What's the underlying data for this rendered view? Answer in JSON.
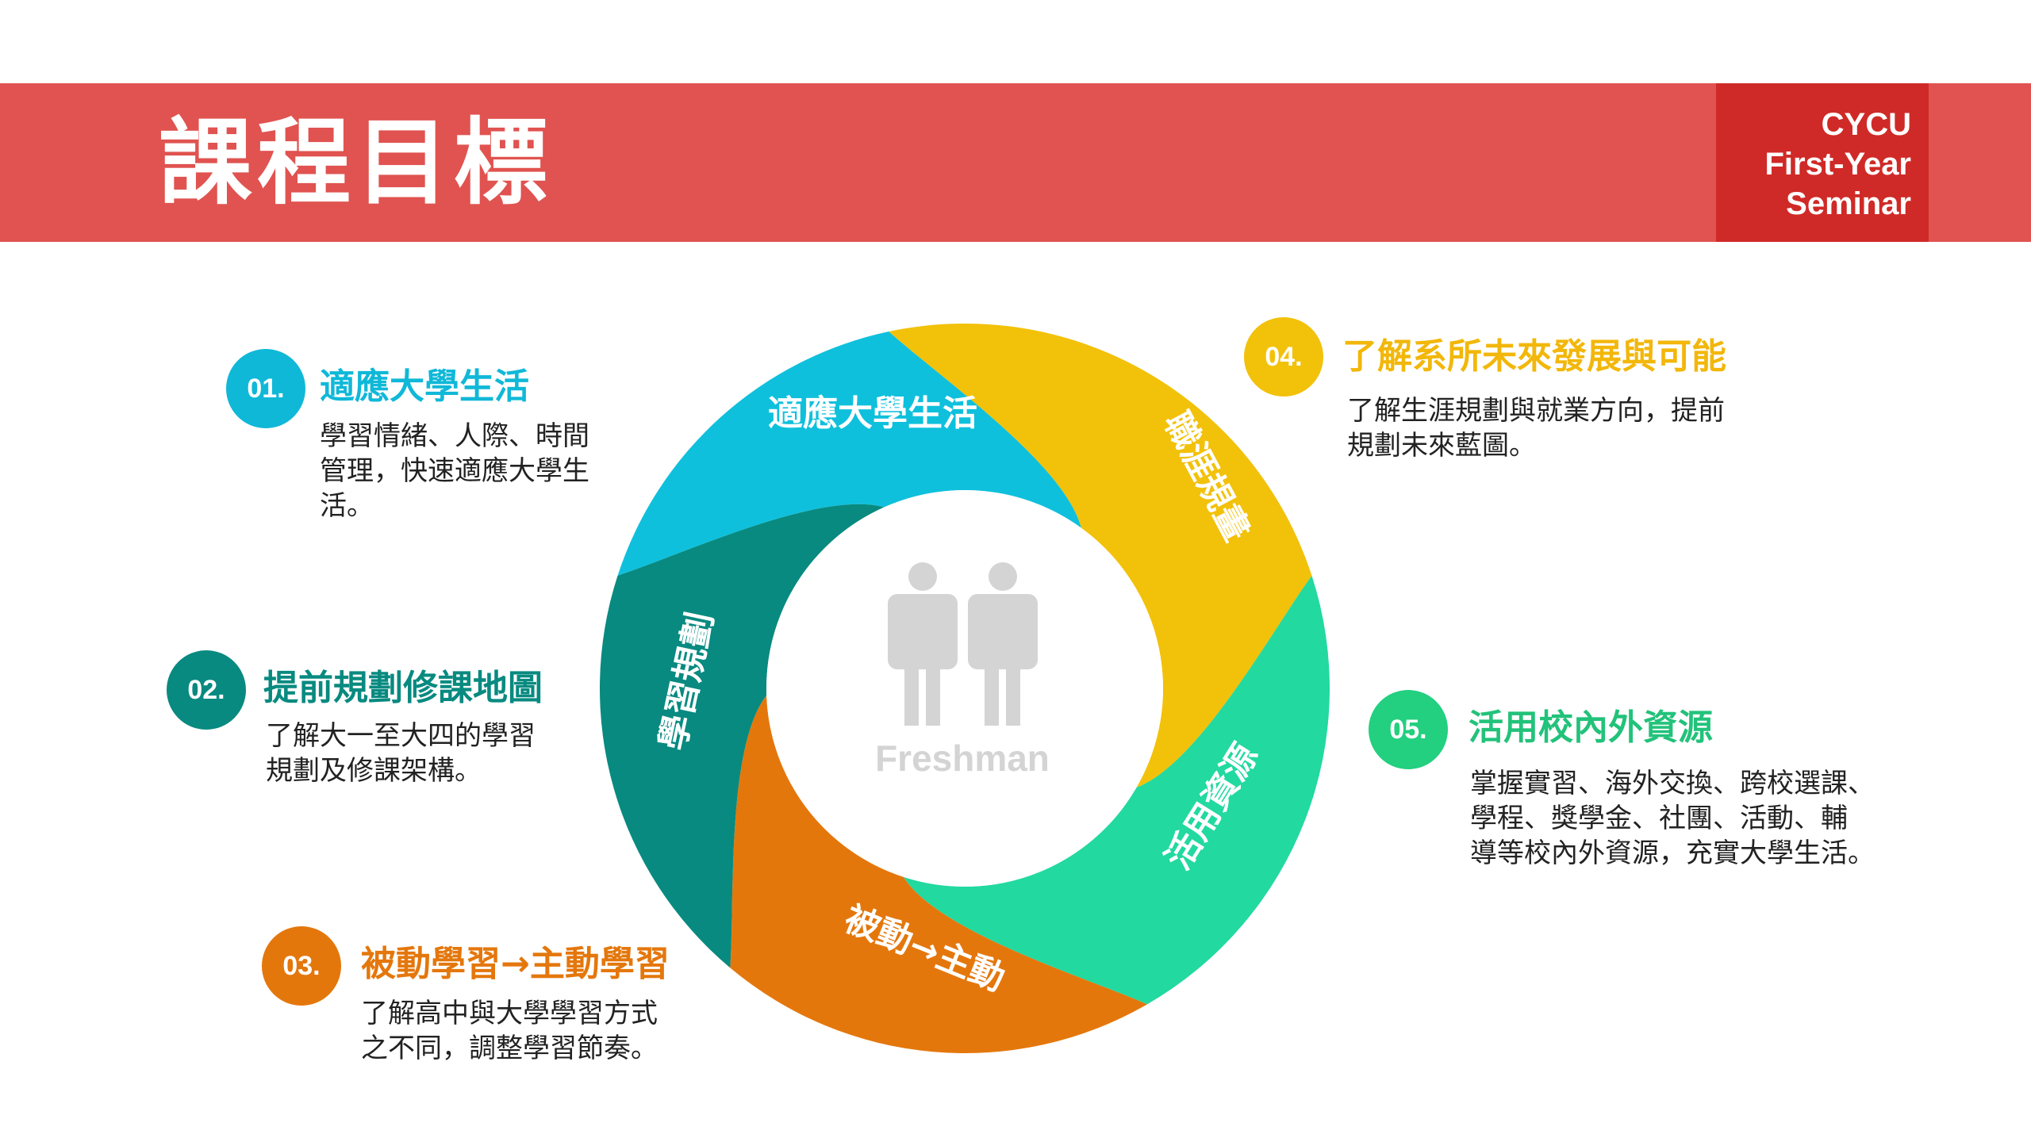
{
  "header": {
    "title": "課程目標",
    "brand_lines": [
      "CYCU",
      "First-Year",
      "Seminar"
    ]
  },
  "center": {
    "label": "Freshman",
    "icon": "two-people-icon"
  },
  "segments": [
    {
      "label": "適應大學生活",
      "color": "#0fc0dc"
    },
    {
      "label": "職涯規畫",
      "color": "#f2c10a"
    },
    {
      "label": "活用資源",
      "color": "#22d9a0"
    },
    {
      "label": "被動→主動",
      "color": "#e4770c"
    },
    {
      "label": "學習規劃",
      "color": "#088a80"
    }
  ],
  "items": [
    {
      "num": "01.",
      "title": "適應大學生活",
      "color": "#10b8d8",
      "desc": [
        "學習情緒、人際、時間",
        "管理，快速適應大學生",
        "活。"
      ]
    },
    {
      "num": "02.",
      "title": "提前規劃修課地圖",
      "color": "#088a80",
      "desc": [
        "了解大一至大四的學習",
        "規劃及修課架構。"
      ]
    },
    {
      "num": "03.",
      "title": "被動學習→主動學習",
      "color": "#e4770c",
      "desc": [
        "了解高中與大學學習方式",
        "之不同，調整學習節奏。"
      ]
    },
    {
      "num": "04.",
      "title": "了解系所未來發展與可能",
      "color": "#f2c10a",
      "desc": [
        "了解生涯規劃與就業方向，提前",
        "規劃未來藍圖。"
      ]
    },
    {
      "num": "05.",
      "title": "活用校內外資源",
      "color": "#22d07f",
      "desc": [
        "掌握實習、海外交換、跨校選課、",
        "學程、獎學金、社團、活動、輔",
        "導等校內外資源，充實大學生活。"
      ]
    }
  ]
}
